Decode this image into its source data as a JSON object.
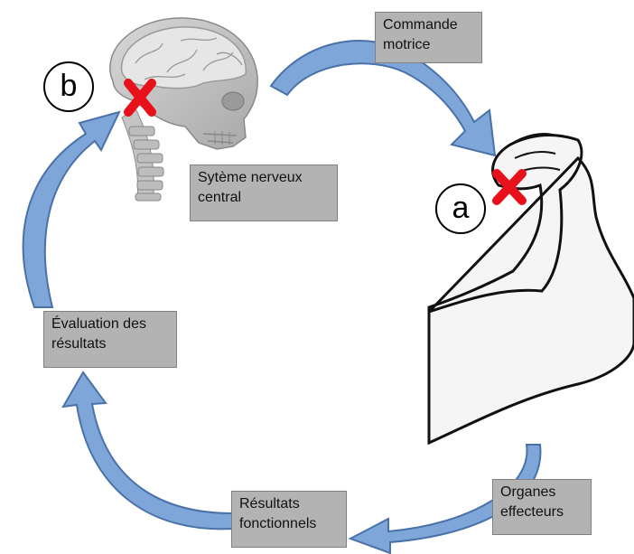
{
  "labels": {
    "commande_motrice": "Commande\nmotrice",
    "systeme_nerveux": "Sytème nerveux\ncentral",
    "evaluation": "Évaluation des\nrésultats",
    "resultats": "Résultats\nfonctionnels",
    "organes": "Organes\neffecteurs"
  },
  "markers": {
    "a": "a",
    "b": "b"
  },
  "icons": [
    "skull-brain-icon",
    "flexed-arm-icon",
    "red-cross-icon"
  ],
  "colors": {
    "arrow_fill": "#7ea6d8",
    "arrow_stroke": "#4a72a8",
    "label_bg": "#b3b3b3",
    "cross": "#e8101a"
  }
}
